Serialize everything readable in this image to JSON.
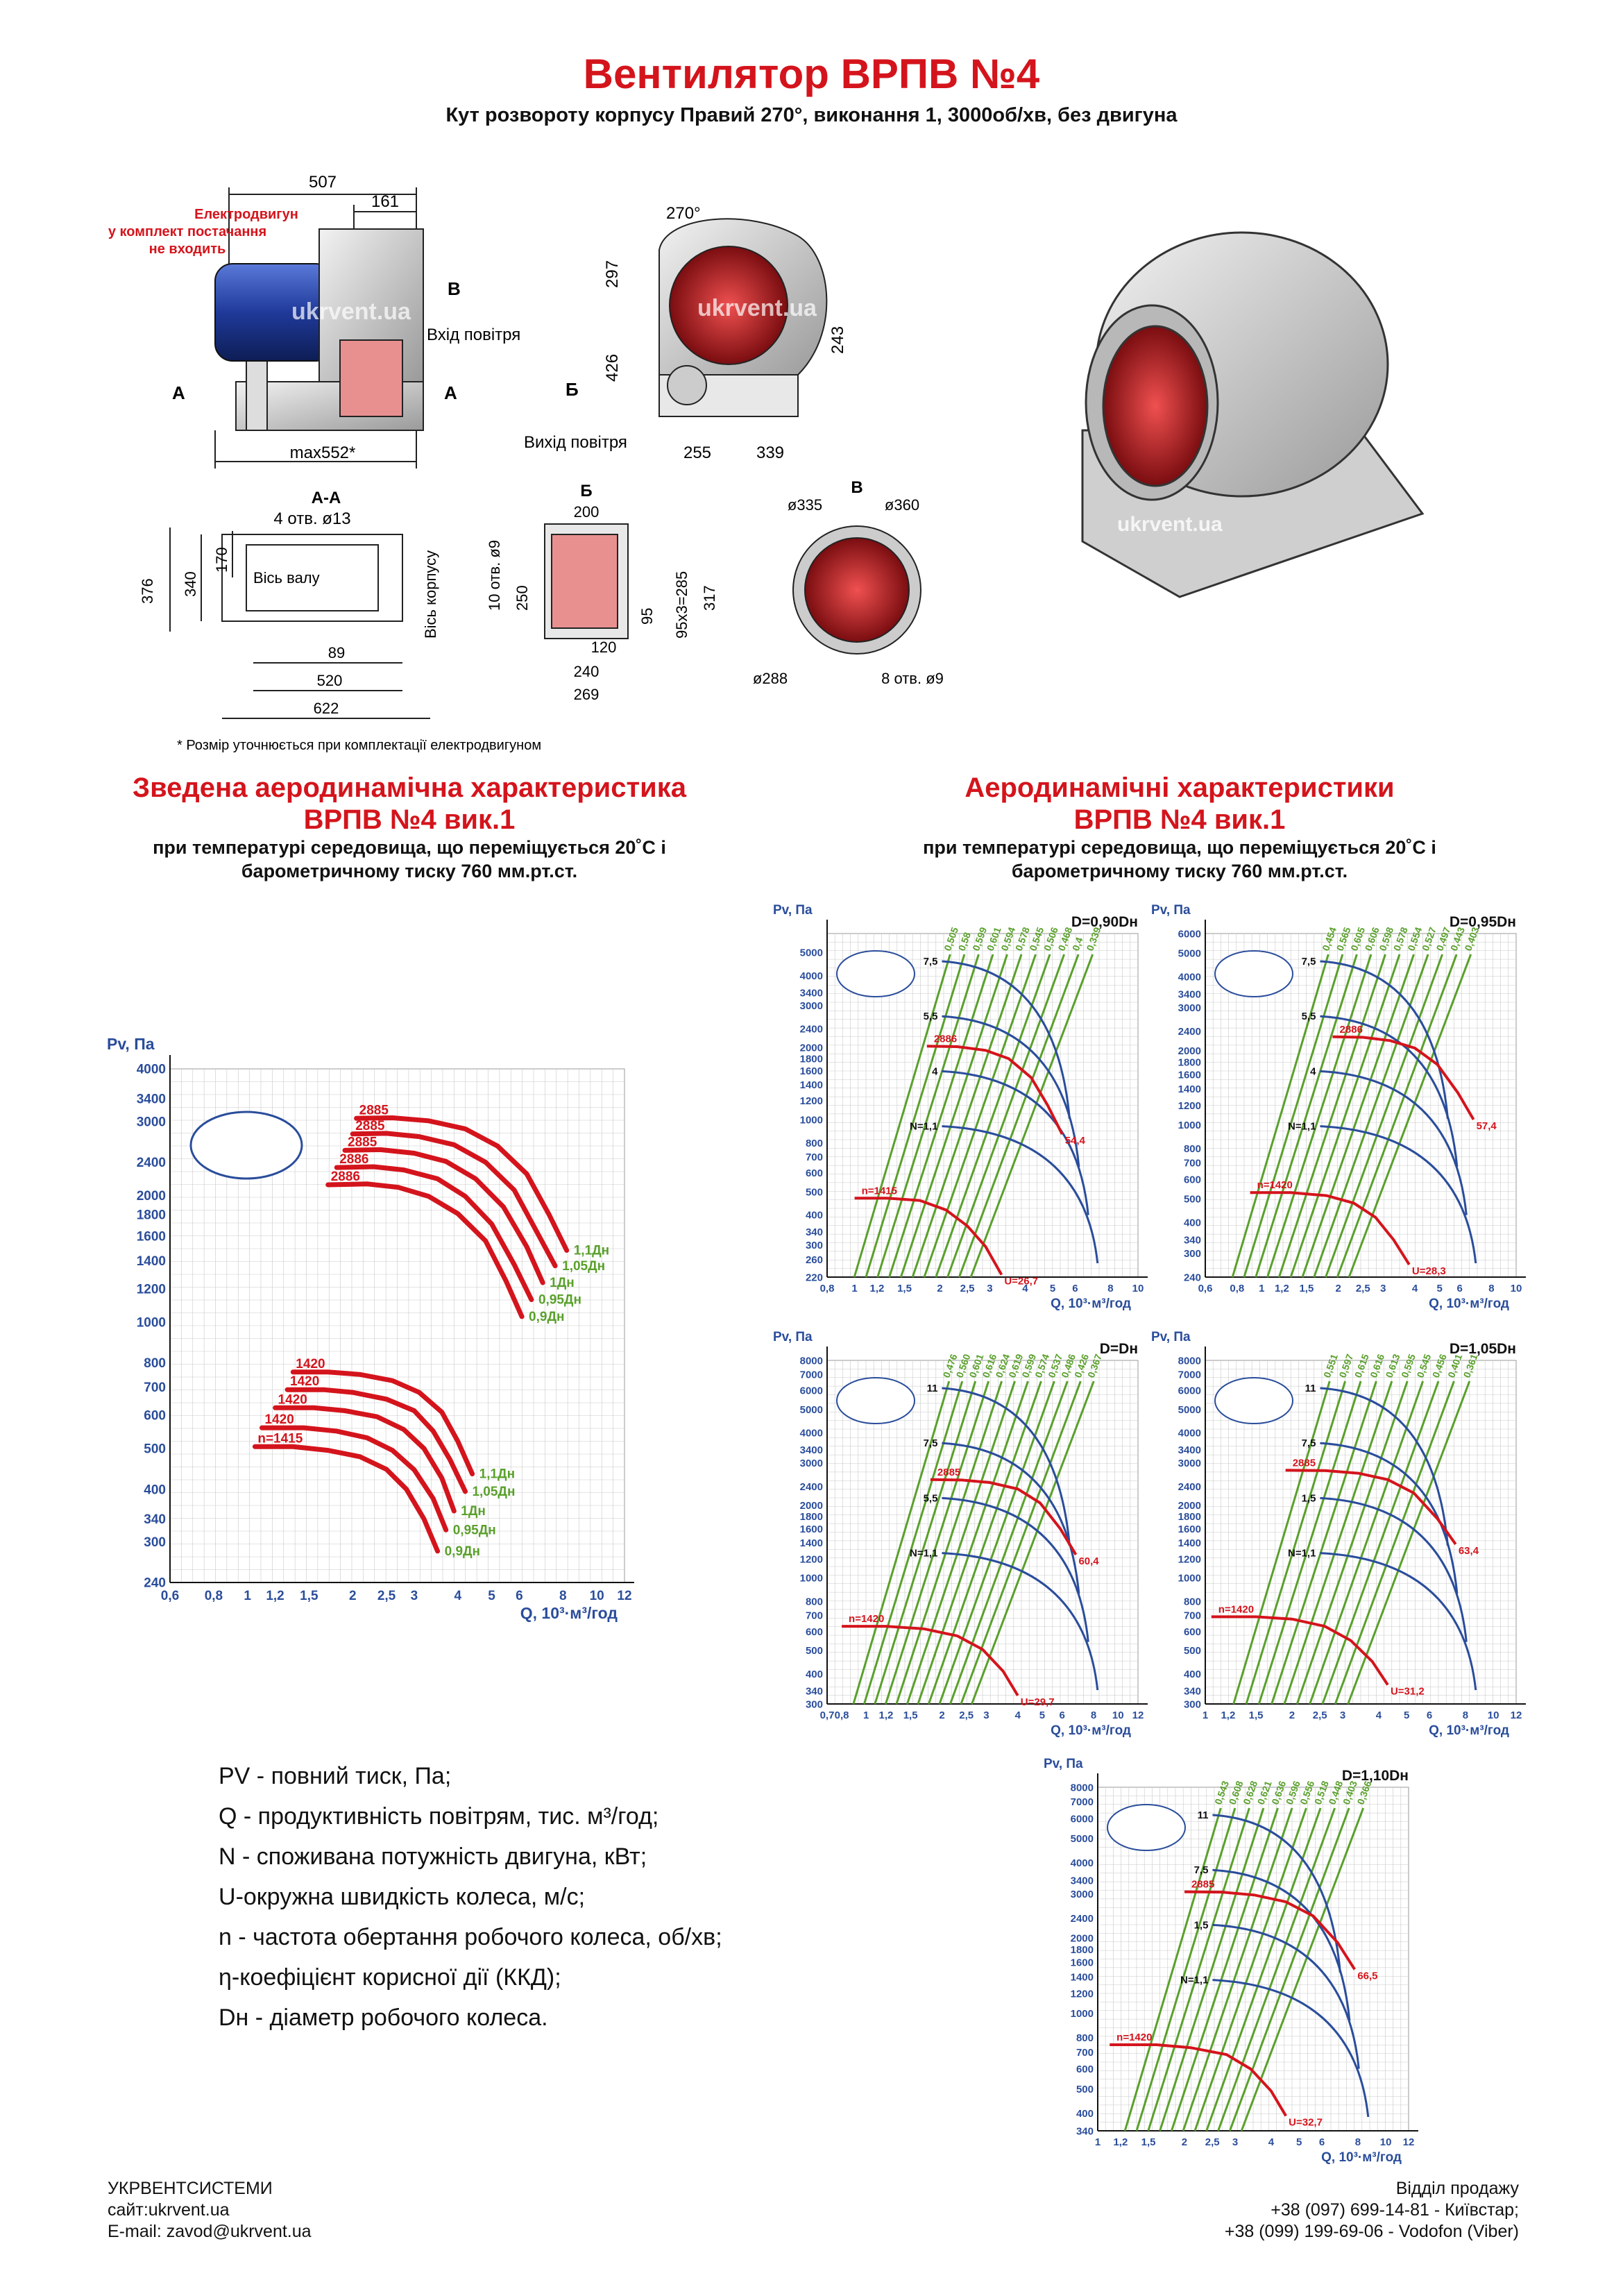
{
  "header": {
    "title": "Вентилятор ВРПВ №4",
    "subtitle": "Кут розвороту корпусу Правий 270°, виконання 1, 3000об/хв, без двигуна"
  },
  "drawing": {
    "motor_note_l1": "Електродвигун",
    "motor_note_l2": "у комплект постачання",
    "motor_note_l3": "не входить",
    "dim_507": "507",
    "dim_161": "161",
    "label_B": "В",
    "inlet": "Вхід повітря",
    "label_A": "А",
    "dim_max552": "max552*",
    "angle_270": "270°",
    "dim_297": "297",
    "dim_426": "426",
    "dim_243": "243",
    "label_Bb": "Б",
    "outlet": "Вихід повітря",
    "dim_255": "255",
    "dim_339": "339",
    "watermark": "ukrvent.ua",
    "sec_AA": "А-А",
    "holes_AA": "4 отв. ø13",
    "dim_376": "376",
    "dim_340": "340",
    "dim_170": "170",
    "shaft_axis": "Вісь валу",
    "body_axis": "Вісь корпусу",
    "dim_89": "89",
    "dim_520": "520",
    "dim_622": "622",
    "sec_B": "Б",
    "dim_200": "200",
    "holes_B": "10 отв. ø9",
    "dim_250": "250",
    "dim_95": "95",
    "dim_95x3": "95x3=285",
    "dim_317": "317",
    "dim_120": "120",
    "dim_240": "240",
    "dim_269": "269",
    "sec_V": "В",
    "dim_335": "ø335",
    "dim_360": "ø360",
    "dim_288": "ø288",
    "holes_V": "8 отв. ø9",
    "footnote": "* Розмір уточнюється при комплектації електродвигуном"
  },
  "left_section": {
    "title_l1": "Зведена аеродинамічна характеристика",
    "title_l2": "ВРПВ №4 вик.1",
    "sub_l1": "при температурі середовища, що переміщується 20˚С і",
    "sub_l2": "барометричному тиску 760 мм.рт.ст."
  },
  "right_section": {
    "title_l1": "Аеродинамічні характеристики",
    "title_l2": "ВРПВ №4 вик.1",
    "sub_l1": "при температурі середовища, що переміщується 20˚С і",
    "sub_l2": "барометричному тиску 760 мм.рт.ст."
  },
  "legend": [
    {
      "sym": "PV",
      "text": " - повний тиск, Па;"
    },
    {
      "sym": "Q",
      "text": " - продуктивність повітрям, тис. м³/год;"
    },
    {
      "sym": "N",
      "text": " - споживана потужність двигуна, кВт;"
    },
    {
      "sym": "U",
      "text": "-окружна швидкість колеса, м/с;"
    },
    {
      "sym": "n",
      "text": " - частота обертання робочого колеса, об/хв;"
    },
    {
      "sym": "η",
      "text": "-коефіцієнт корисної дії (ККД);"
    },
    {
      "sym": "Dн",
      "text": " - діаметр робочого колеса."
    }
  ],
  "footer": {
    "company": "УКРВЕНТСИСТЕМИ",
    "site": "сайт:ukrvent.ua",
    "email": "E-mail: zavod@ukrvent.ua",
    "sales": "Відділ продажу",
    "phone1": "+38 (097) 699-14-81 - Київстар;",
    "phone2": "+38 (099) 199-69-06 - Vodofon (Viber)"
  },
  "colors": {
    "red": "#d4141c",
    "blue": "#2a4d9b",
    "green": "#5aa02c",
    "grid": "#c9c9c9"
  },
  "chart_data": [
    {
      "type": "line",
      "id": "summary",
      "ylabel": "Pv, Па",
      "xlabel": "Q, 10³·м³/год",
      "x_scale": "log",
      "y_scale": "log",
      "xlim": [
        0.6,
        12
      ],
      "ylim": [
        240,
        4000
      ],
      "xticks": [
        0.6,
        0.8,
        1,
        1.2,
        1.5,
        2,
        2.5,
        3,
        4,
        5,
        6,
        8,
        10,
        12
      ],
      "xtick_labels": [
        "0,6",
        "0,8",
        "1",
        "1,2",
        "1,5",
        "2",
        "2,5",
        "3",
        "4",
        "5",
        "6",
        "8",
        "10",
        "12"
      ],
      "yticks": [
        240,
        300,
        340,
        400,
        500,
        600,
        700,
        800,
        1000,
        1200,
        1400,
        1600,
        1800,
        2000,
        2400,
        3000,
        3400,
        4000
      ],
      "series": [
        {
          "speed": "2885",
          "d": "1,1Дн",
          "x": [
            2.05,
            2.6,
            3.3,
            4.2,
            5.2,
            6.3,
            7.3,
            8.2
          ],
          "y": [
            3050,
            3060,
            3010,
            2880,
            2620,
            2250,
            1800,
            1480
          ]
        },
        {
          "speed": "2885",
          "d": "1,05Дн",
          "x": [
            2,
            2.5,
            3.1,
            3.9,
            4.8,
            5.8,
            6.7,
            7.6
          ],
          "y": [
            2800,
            2810,
            2760,
            2640,
            2400,
            2060,
            1650,
            1360
          ]
        },
        {
          "speed": "2885",
          "d": "1Дн",
          "x": [
            1.9,
            2.4,
            3,
            3.7,
            4.5,
            5.4,
            6.3,
            7
          ],
          "y": [
            2560,
            2570,
            2520,
            2410,
            2190,
            1880,
            1510,
            1240
          ]
        },
        {
          "speed": "2886",
          "d": "0,95Дн",
          "x": [
            1.8,
            2.3,
            2.8,
            3.5,
            4.2,
            5,
            5.8,
            6.5
          ],
          "y": [
            2330,
            2340,
            2300,
            2190,
            1990,
            1710,
            1370,
            1130
          ]
        },
        {
          "speed": "2886",
          "d": "0,9Дн",
          "x": [
            1.7,
            2.2,
            2.7,
            3.3,
            4,
            4.8,
            5.5,
            6.1
          ],
          "y": [
            2120,
            2130,
            2090,
            1990,
            1810,
            1560,
            1250,
            1030
          ]
        },
        {
          "speed": "1420",
          "d": "1,1Дн",
          "x": [
            1.35,
            1.7,
            2.1,
            2.6,
            3.1,
            3.6,
            4,
            4.4
          ],
          "y": [
            760,
            760,
            750,
            725,
            680,
            610,
            520,
            435
          ]
        },
        {
          "speed": "1420",
          "d": "1,05Дн",
          "x": [
            1.3,
            1.65,
            2,
            2.5,
            3,
            3.4,
            3.8,
            4.2
          ],
          "y": [
            690,
            690,
            680,
            655,
            615,
            550,
            470,
            395
          ]
        },
        {
          "speed": "1420",
          "d": "1Дн",
          "x": [
            1.2,
            1.55,
            1.9,
            2.35,
            2.8,
            3.2,
            3.6,
            3.9
          ],
          "y": [
            625,
            625,
            615,
            595,
            555,
            500,
            425,
            355
          ]
        },
        {
          "speed": "1420",
          "d": "0,95Дн",
          "x": [
            1.1,
            1.45,
            1.8,
            2.2,
            2.6,
            3,
            3.4,
            3.7
          ],
          "y": [
            560,
            560,
            550,
            530,
            495,
            445,
            380,
            320
          ]
        },
        {
          "speed": "n=1415",
          "d": "0,9Дн",
          "x": [
            1.05,
            1.35,
            1.7,
            2.1,
            2.5,
            2.85,
            3.2,
            3.5
          ],
          "y": [
            505,
            505,
            495,
            478,
            446,
            400,
            340,
            285
          ]
        }
      ]
    },
    {
      "type": "line",
      "id": "d090",
      "title": "D=0,90Dн",
      "ylabel": "Pv, Па",
      "xlabel": "Q, 10³·м³/год",
      "xlim": [
        0.8,
        10
      ],
      "ylim": [
        220,
        6000
      ],
      "xticks": [
        0.8,
        1,
        1.2,
        1.5,
        2,
        2.5,
        3,
        4,
        5,
        6,
        8,
        10
      ],
      "xtick_labels": [
        "0,8",
        "1",
        "1,2",
        "1,5",
        "2",
        "2,5",
        "3",
        "4",
        "5",
        "6",
        "8",
        "10"
      ],
      "yticks": [
        220,
        260,
        300,
        340,
        400,
        500,
        600,
        700,
        800,
        1000,
        1200,
        1400,
        1600,
        1800,
        2000,
        2400,
        3000,
        3400,
        4000,
        5000
      ],
      "speeds": [
        "2886",
        "n=1415"
      ],
      "u_labels": [
        "54,4",
        "U=26,7"
      ],
      "power_labels": [
        "7,5",
        "5,5",
        "4",
        "N=1,1"
      ],
      "efficiency_labels": [
        "0,505",
        "0,58",
        "0,599",
        "0,601",
        "0,594",
        "0,578",
        "0,545",
        "0,506",
        "0,468",
        "0,4",
        "0,339"
      ],
      "series": [
        {
          "name": "2886",
          "x": [
            1.8,
            2.3,
            2.9,
            3.5,
            4.2,
            4.8,
            5.4
          ],
          "y": [
            2030,
            2020,
            1950,
            1800,
            1500,
            1150,
            870
          ]
        },
        {
          "name": "n=1415",
          "x": [
            1,
            1.3,
            1.7,
            2.1,
            2.5,
            2.9,
            3.3
          ],
          "y": [
            470,
            470,
            460,
            420,
            360,
            295,
            225
          ]
        }
      ]
    },
    {
      "type": "line",
      "id": "d095",
      "title": "D=0,95Dн",
      "ylabel": "Pv, Па",
      "xlabel": "Q, 10³·м³/год",
      "xlim": [
        0.6,
        10
      ],
      "ylim": [
        240,
        6000
      ],
      "xticks": [
        0.6,
        0.8,
        1,
        1.2,
        1.5,
        2,
        2.5,
        3,
        4,
        5,
        6,
        8,
        10
      ],
      "xtick_labels": [
        "0,6",
        "0,8",
        "1",
        "1,2",
        "1,5",
        "2",
        "2,5",
        "3",
        "4",
        "5",
        "6",
        "8",
        "10"
      ],
      "yticks": [
        240,
        300,
        340,
        400,
        500,
        600,
        700,
        800,
        1000,
        1200,
        1400,
        1600,
        1800,
        2000,
        2400,
        3000,
        3400,
        4000,
        5000,
        6000
      ],
      "speeds": [
        "2886",
        "n=1420"
      ],
      "u_labels": [
        "57,4",
        "U=28,3"
      ],
      "power_labels": [
        "7,5",
        "5,5",
        "4",
        "N=1,1"
      ],
      "efficiency_labels": [
        "0,454",
        "0,565",
        "0,605",
        "0,606",
        "0,598",
        "0,578",
        "0,554",
        "0,527",
        "0,497",
        "0,443",
        "0,403"
      ],
      "series": [
        {
          "name": "2886",
          "x": [
            1.9,
            2.5,
            3.2,
            4,
            4.9,
            5.9,
            6.8
          ],
          "y": [
            2280,
            2270,
            2200,
            2050,
            1760,
            1350,
            1050
          ]
        },
        {
          "name": "n=1420",
          "x": [
            0.9,
            1.3,
            1.8,
            2.3,
            2.8,
            3.3,
            3.8
          ],
          "y": [
            530,
            530,
            515,
            480,
            420,
            340,
            270
          ]
        }
      ]
    },
    {
      "type": "line",
      "id": "d100",
      "title": "D=Dн",
      "ylabel": "Pv, Па",
      "xlabel": "Q, 10³·м³/год",
      "xlim": [
        0.7,
        12
      ],
      "ylim": [
        300,
        8000
      ],
      "xticks": [
        0.7,
        0.8,
        1,
        1.2,
        1.5,
        2,
        2.5,
        3,
        4,
        5,
        6,
        8,
        10,
        12
      ],
      "xtick_labels": [
        "0,7",
        "0,8",
        "1",
        "1,2",
        "1,5",
        "2",
        "2,5",
        "3",
        "4",
        "5",
        "6",
        "8",
        "10",
        "12"
      ],
      "yticks": [
        300,
        340,
        400,
        500,
        600,
        700,
        800,
        1000,
        1200,
        1400,
        1600,
        1800,
        2000,
        2400,
        3000,
        3400,
        4000,
        5000,
        6000,
        7000,
        8000
      ],
      "speeds": [
        "2885",
        "n=1420"
      ],
      "u_labels": [
        "60,4",
        "U=29,7"
      ],
      "power_labels": [
        "11",
        "7,5",
        "5,5",
        "N=1,1"
      ],
      "efficiency_labels": [
        "0,476",
        "0,560",
        "0,601",
        "0,616",
        "0,624",
        "0,619",
        "0,599",
        "0,574",
        "0,537",
        "0,486",
        "0,426",
        "0,367"
      ],
      "series": [
        {
          "name": "2885",
          "x": [
            1.8,
            2.4,
            3.1,
            4,
            4.9,
            5.9,
            6.8
          ],
          "y": [
            2560,
            2550,
            2490,
            2340,
            2050,
            1600,
            1250
          ]
        },
        {
          "name": "n=1420",
          "x": [
            0.8,
            1.2,
            1.7,
            2.3,
            2.9,
            3.5,
            4
          ],
          "y": [
            630,
            630,
            615,
            575,
            505,
            410,
            325
          ]
        }
      ]
    },
    {
      "type": "line",
      "id": "d105",
      "title": "D=1,05Dн",
      "ylabel": "Pv, Па",
      "xlabel": "Q, 10³·м³/год",
      "xlim": [
        1,
        12
      ],
      "ylim": [
        300,
        8000
      ],
      "xticks": [
        1,
        1.2,
        1.5,
        2,
        2.5,
        3,
        4,
        5,
        6,
        8,
        10,
        12
      ],
      "xtick_labels": [
        "1",
        "1,2",
        "1,5",
        "2",
        "2,5",
        "3",
        "4",
        "5",
        "6",
        "8",
        "10",
        "12"
      ],
      "yticks": [
        300,
        340,
        400,
        500,
        600,
        700,
        800,
        1000,
        1200,
        1400,
        1600,
        1800,
        2000,
        2400,
        3000,
        3400,
        4000,
        5000,
        6000,
        7000,
        8000
      ],
      "speeds": [
        "2885",
        "n=1420"
      ],
      "u_labels": [
        "63,4",
        "U=31,2"
      ],
      "power_labels": [
        "11",
        "7,5",
        "1,5",
        "N=1,1"
      ],
      "efficiency_labels": [
        "0,551",
        "0,597",
        "0,615",
        "0,616",
        "0,613",
        "0,595",
        "0,545",
        "0,456",
        "0,401",
        "0,361"
      ],
      "series": [
        {
          "name": "2885",
          "x": [
            1.9,
            2.6,
            3.4,
            4.3,
            5.3,
            6.4,
            7.4
          ],
          "y": [
            2800,
            2790,
            2720,
            2560,
            2250,
            1760,
            1380
          ]
        },
        {
          "name": "n=1420",
          "x": [
            1.05,
            1.5,
            2,
            2.6,
            3.2,
            3.8,
            4.3
          ],
          "y": [
            690,
            690,
            675,
            630,
            550,
            450,
            360
          ]
        }
      ]
    },
    {
      "type": "line",
      "id": "d110",
      "title": "D=1,10Dн",
      "ylabel": "Pv, Па",
      "xlabel": "Q, 10³·м³/год",
      "xlim": [
        1,
        12
      ],
      "ylim": [
        340,
        8000
      ],
      "xticks": [
        1,
        1.2,
        1.5,
        2,
        2.5,
        3,
        4,
        5,
        6,
        8,
        10,
        12
      ],
      "xtick_labels": [
        "1",
        "1,2",
        "1,5",
        "2",
        "2,5",
        "3",
        "4",
        "5",
        "6",
        "8",
        "10",
        "12"
      ],
      "yticks": [
        340,
        400,
        500,
        600,
        700,
        800,
        1000,
        1200,
        1400,
        1600,
        1800,
        2000,
        2400,
        3000,
        3400,
        4000,
        5000,
        6000,
        7000,
        8000
      ],
      "speeds": [
        "2885",
        "n=1420"
      ],
      "u_labels": [
        "66,5",
        "U=32,7"
      ],
      "power_labels": [
        "11",
        "7,5",
        "1,5",
        "N=1,1"
      ],
      "efficiency_labels": [
        "0,543",
        "0,608",
        "0,628",
        "0,621",
        "0,636",
        "0,596",
        "0,556",
        "0,518",
        "0,448",
        "0,403",
        "0,366"
      ],
      "series": [
        {
          "name": "2885",
          "x": [
            2,
            2.7,
            3.5,
            4.5,
            5.6,
            6.8,
            7.8
          ],
          "y": [
            3060,
            3050,
            2970,
            2790,
            2450,
            1920,
            1500
          ]
        },
        {
          "name": "n=1420",
          "x": [
            1.1,
            1.6,
            2.1,
            2.8,
            3.4,
            4,
            4.5
          ],
          "y": [
            750,
            750,
            730,
            685,
            600,
            490,
            390
          ]
        }
      ]
    }
  ]
}
